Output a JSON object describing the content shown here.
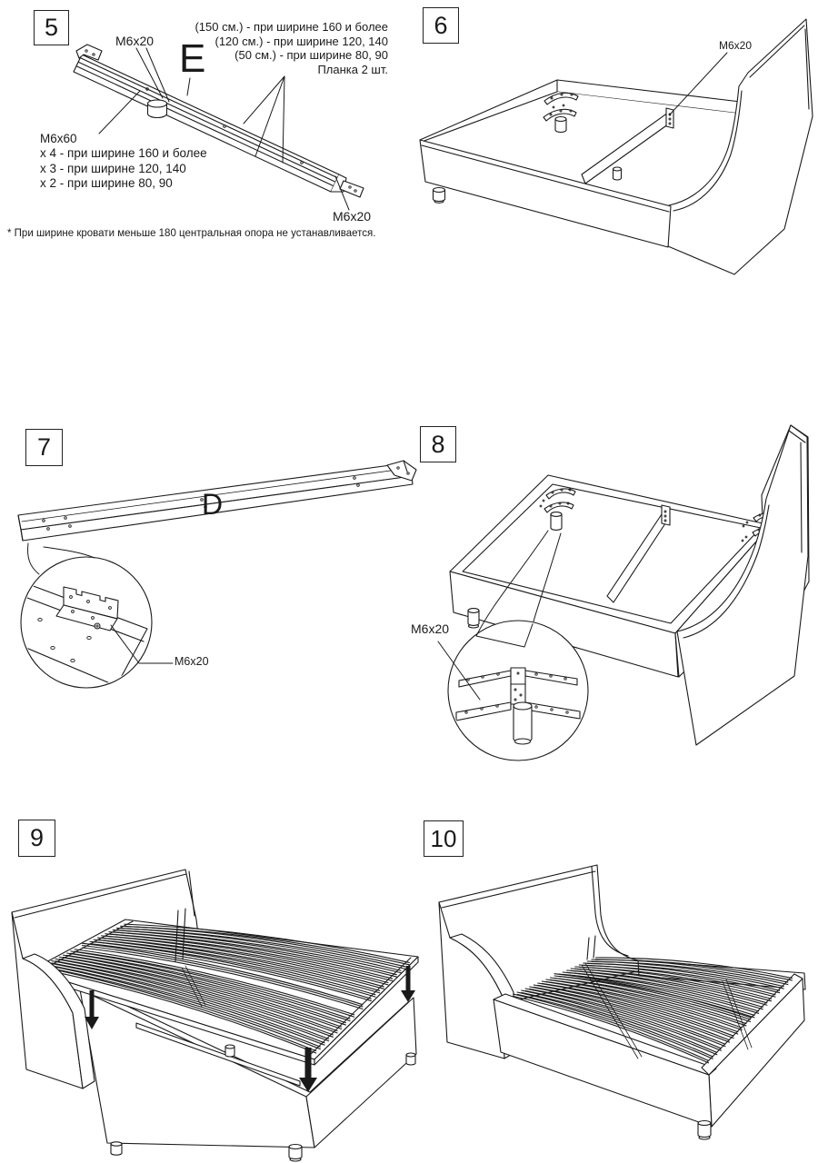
{
  "steps": {
    "s5": {
      "number": "5",
      "m6x20_top": "M6x20",
      "part_letter": "E",
      "size_notes": [
        "(150 см.) - при ширине 160 и более",
        "(120 см.) - при ширине 120, 140",
        "(50 см.) - при ширине 80, 90",
        "Планка 2 шт."
      ],
      "m6x60_title": "M6x60",
      "m6x60_lines": [
        "х 4 - при ширине 160 и более",
        "х 3 - при ширине 120, 140",
        "х 2 - при ширине 80, 90"
      ],
      "m6x20_bottom": "M6x20",
      "footnote": "* При ширине кровати меньше 180 центральная опора не устанавливается."
    },
    "s6": {
      "number": "6",
      "m6x20": "M6x20"
    },
    "s7": {
      "number": "7",
      "part_letter": "D",
      "m6x20": "M6x20"
    },
    "s8": {
      "number": "8",
      "m6x20": "M6x20"
    },
    "s9": {
      "number": "9"
    },
    "s10": {
      "number": "10"
    }
  },
  "colors": {
    "line": "#1a1a1a",
    "background": "#ffffff"
  }
}
